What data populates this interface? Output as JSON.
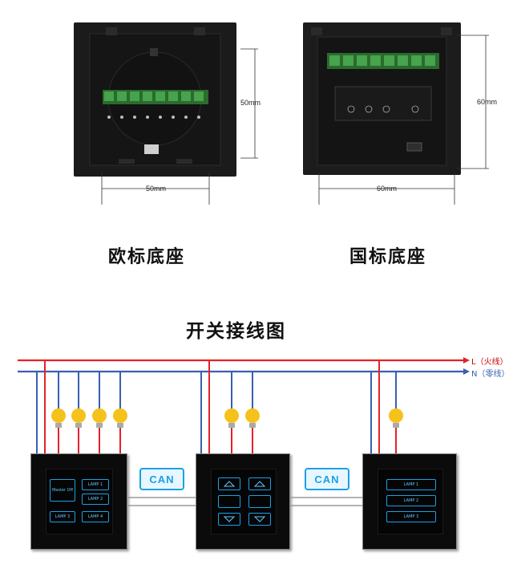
{
  "top": {
    "eu_dim_h": "50mm",
    "eu_dim_w": "50mm",
    "cn_dim_h": "60mm",
    "cn_dim_w": "60mm",
    "eu_caption": "欧标底座",
    "cn_caption": "国标底座"
  },
  "diagram": {
    "title": "开关接线图",
    "line_l": "L（火线）",
    "line_n": "N（零线）",
    "can_label": "CAN",
    "panel1": {
      "master": "Master Off",
      "keys": [
        "LAMP 1",
        "LAMP 2",
        "LAMP 3",
        "LAMP 4"
      ]
    },
    "panel3": {
      "keys": [
        "LAMP 1",
        "LAMP 2",
        "LAMP 3"
      ]
    }
  },
  "colors": {
    "live": "#e2232a",
    "neutral": "#3a5fb0",
    "can": "#1aa0e8",
    "panel": "#0b0b0b"
  }
}
